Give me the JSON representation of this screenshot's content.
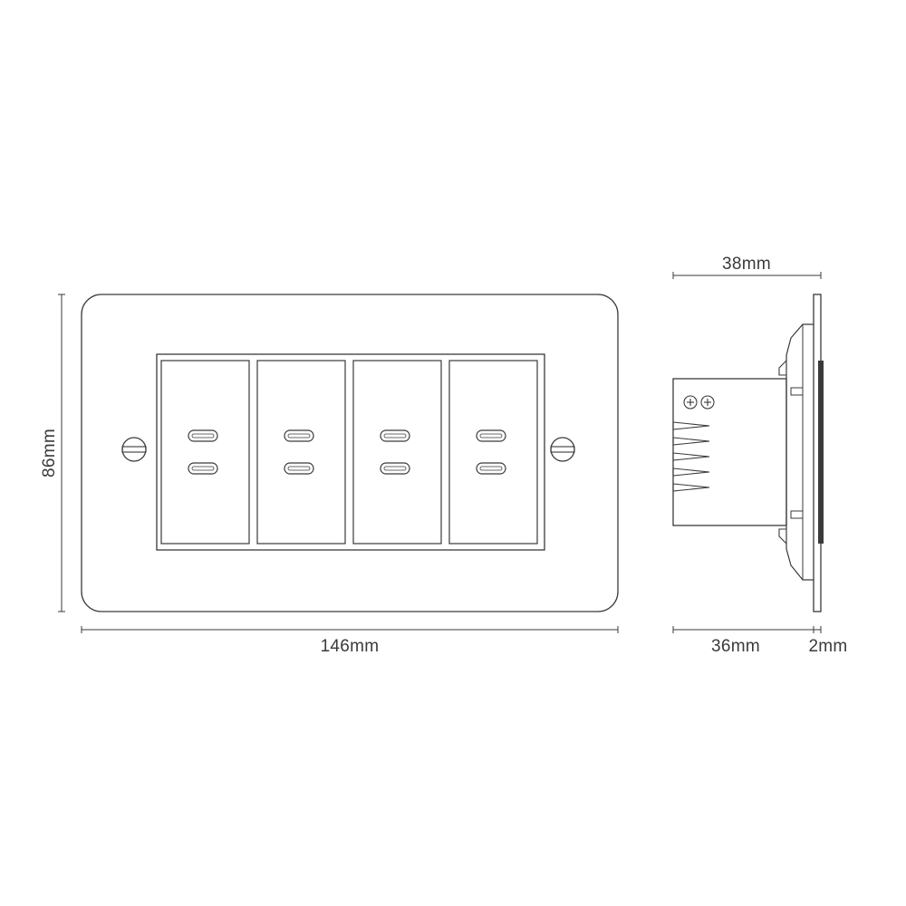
{
  "dimensions": {
    "height": "86mm",
    "width": "146mm",
    "side_width": "38mm",
    "body_depth": "36mm",
    "plate_depth": "2mm"
  },
  "colors": {
    "line": "#3a3a3a",
    "background": "#ffffff"
  },
  "switch_count": 4
}
